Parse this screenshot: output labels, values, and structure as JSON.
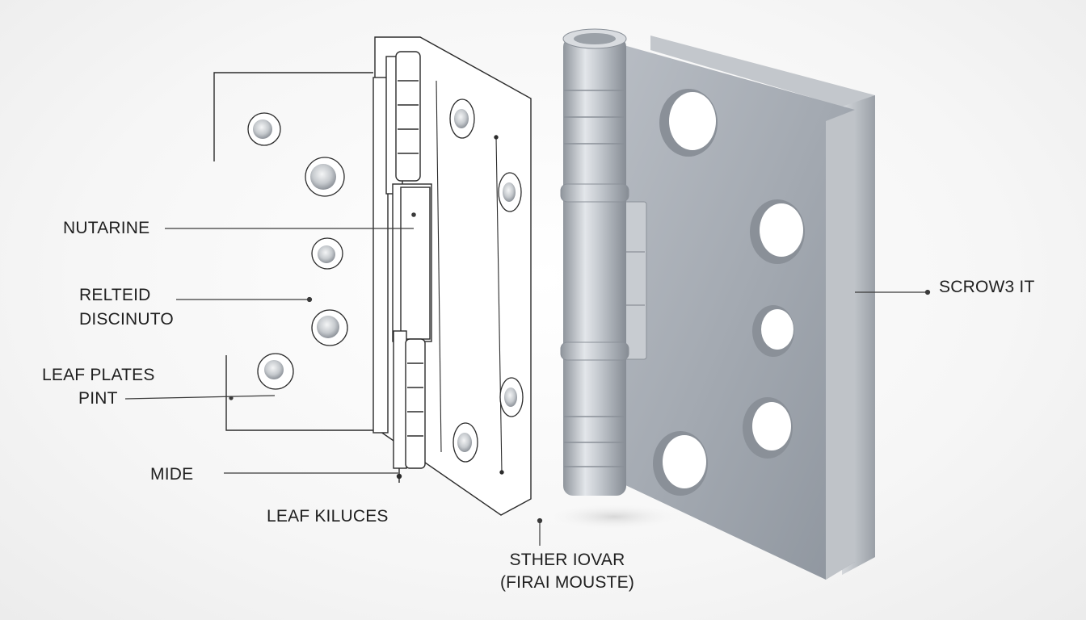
{
  "labels": {
    "nutarine": "NUTARINE",
    "relteid": "RELTEID",
    "discinuto": "DISCINUTO",
    "leaf_plates": "LEAF PLATES",
    "pint": "PINT",
    "mide": "MIDE",
    "leaf_kiluces": "LEAF KILUCES",
    "scrow3_it": "SCROW3 IT",
    "sther_iovar": "STHER IOVAR",
    "firai_mouste": "(FIRAI MOUSTE)"
  },
  "colors": {
    "line": "#3a3a3a",
    "metal_light": "#c9cdd2",
    "metal_mid": "#a7acb3",
    "metal_dark": "#7d838b",
    "outline": "#2b2b2b"
  }
}
